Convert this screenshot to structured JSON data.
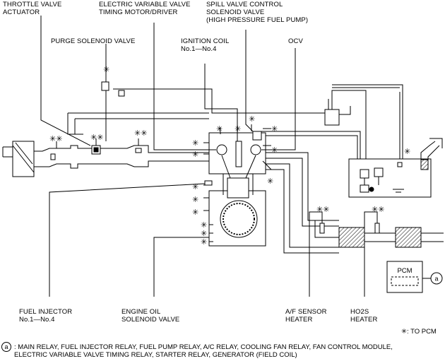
{
  "labels": {
    "throttle_valve_actuator": "THROTTLE VALVE\nACTUATOR",
    "evvt_motor_driver": "ELECTRIC VARIABLE VALVE\nTIMING MOTOR/DRIVER",
    "spill_valve": "SPILL VALVE CONTROL\nSOLENOID VALVE\n(HIGH PRESSURE FUEL PUMP)",
    "purge_solenoid_valve": "PURGE SOLENOID VALVE",
    "ignition_coil": "IGNITION COIL\nNo.1—No.4",
    "ocv": "OCV",
    "fuel_injector": "FUEL INJECTOR\nNo.1—No.4",
    "engine_oil_solenoid_valve": "ENGINE OIL\nSOLENOID VALVE",
    "af_sensor_heater": "A/F SENSOR\nHEATER",
    "ho2s_heater": "HO2S\nHEATER",
    "pcm": "PCM",
    "pcm_circle": "a"
  },
  "legend": {
    "to_pcm": "✳: TO PCM",
    "footnote_marker": "a",
    "footnote_text": ": MAIN RELAY, FUEL INJECTOR RELAY, FUEL PUMP RELAY, A/C RELAY, COOLING FAN RELAY, FAN CONTROL MODULE,\nELECTRIC VARIABLE VALVE TIMING RELAY, STARTER RELAY, GENERATOR (FIELD COIL)"
  },
  "marker_glyph": "✳"
}
